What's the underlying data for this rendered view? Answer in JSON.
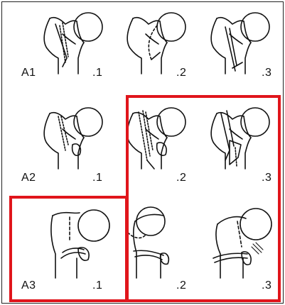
{
  "diagram": {
    "highlight_color": "#e0151b",
    "rows": [
      {
        "group": "A1",
        "subtypes": [
          ".1",
          ".2",
          ".3"
        ]
      },
      {
        "group": "A2",
        "subtypes": [
          ".1",
          ".2",
          ".3"
        ]
      },
      {
        "group": "A3",
        "subtypes": [
          ".1",
          ".2",
          ".3"
        ]
      }
    ]
  }
}
